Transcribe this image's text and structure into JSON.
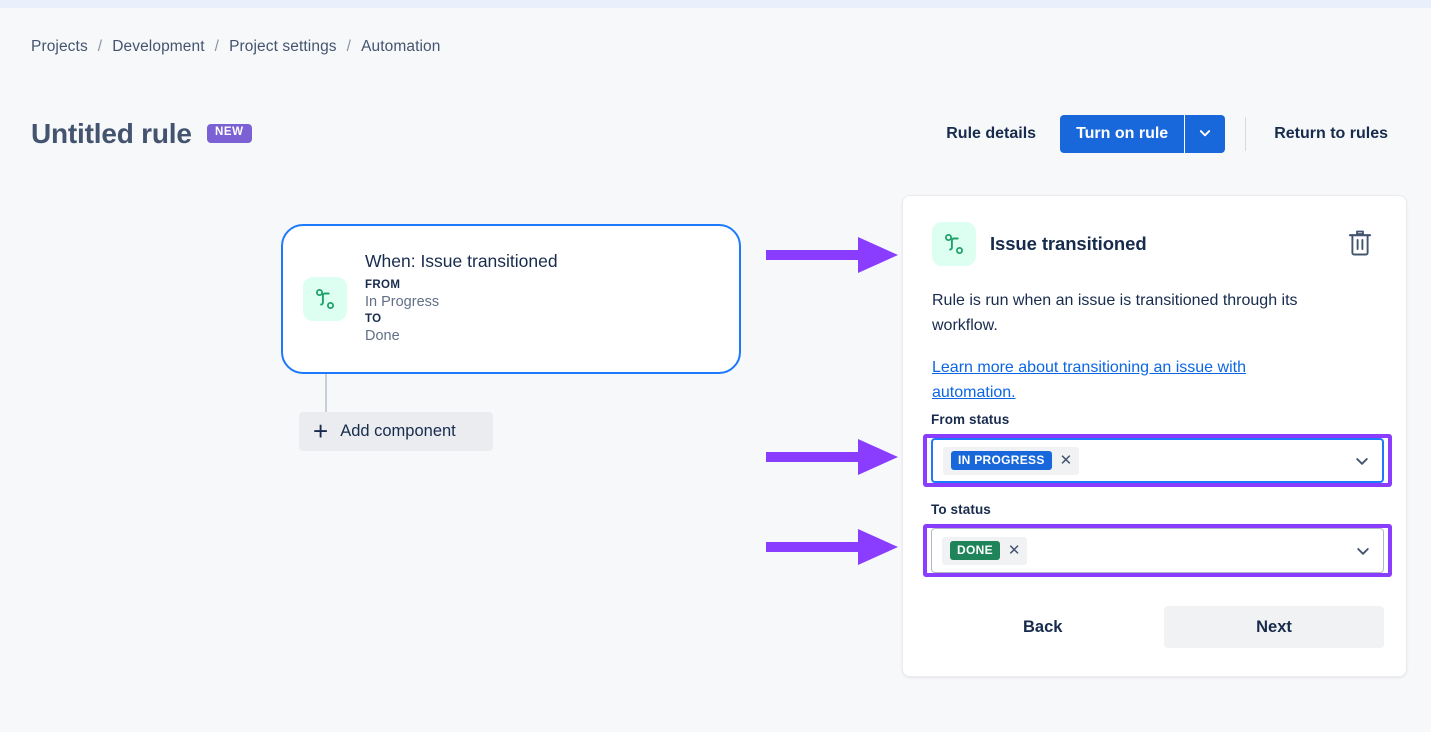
{
  "breadcrumb": {
    "items": [
      "Projects",
      "Development",
      "Project settings",
      "Automation"
    ],
    "separator": "/"
  },
  "header": {
    "title": "Untitled rule",
    "badge": "NEW",
    "badge_color": "#7B61D3",
    "rule_details_label": "Rule details",
    "turn_on_label": "Turn on rule",
    "turn_on_color": "#1868DB",
    "turn_on_dropdown_icon": "chevron-down-icon",
    "return_label": "Return to rules"
  },
  "canvas": {
    "trigger_card": {
      "icon": "issue-transitioned-icon",
      "icon_color": "#22A06B",
      "icon_bg": "#DCFFF1",
      "border_color": "#1D7AFC",
      "title": "When: Issue transitioned",
      "from_key": "FROM",
      "from_value": "In Progress",
      "to_key": "TO",
      "to_value": "Done"
    },
    "add_component": {
      "icon": "plus-icon",
      "label": "Add component"
    }
  },
  "annotations": {
    "arrow_color": "#8B3DFF",
    "highlight_color": "#8B3DFF",
    "arrows": [
      "points-to-panel-header",
      "points-to-from-status",
      "points-to-to-status"
    ]
  },
  "panel": {
    "icon": "issue-transitioned-icon",
    "title": "Issue transitioned",
    "delete_icon": "trash-icon",
    "description": "Rule is run when an issue is transitioned through its workflow.",
    "learn_more": "Learn more about transitioning an issue with automation.",
    "learn_more_color": "#0C66E4",
    "from_status": {
      "label": "From status",
      "chip_label": "IN PROGRESS",
      "chip_color": "#1868DB",
      "remove_icon": "close-icon",
      "chevron_icon": "chevron-down-icon",
      "focused": true
    },
    "to_status": {
      "label": "To status",
      "chip_label": "DONE",
      "chip_color": "#1F845A",
      "remove_icon": "close-icon",
      "chevron_icon": "chevron-down-icon",
      "focused": false
    },
    "back_label": "Back",
    "next_label": "Next"
  }
}
